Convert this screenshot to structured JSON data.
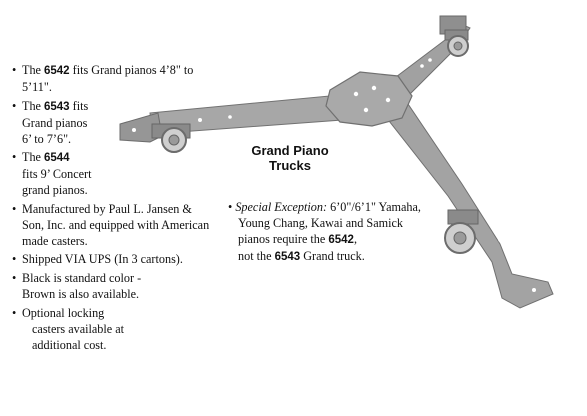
{
  "heading": {
    "line1": "Grand Piano",
    "line2": "Trucks"
  },
  "bullets": [
    {
      "p1": "The ",
      "num": "6542",
      "p2": " fits Grand pianos 4’8\" to 5’11\"."
    },
    {
      "line1_p1": "The ",
      "num": "6543",
      "line1_p2": " fits",
      "line2": "Grand pianos",
      "line3": "6’ to 7’6\"."
    },
    {
      "line1_p1": "The ",
      "num": "6544",
      "line2": "fits 9’ Concert",
      "line3": "grand pianos."
    },
    {
      "line1": "Manufactured by Paul L. Jansen &",
      "line2": "Son, Inc. and equipped with American",
      "line3": "made casters."
    },
    {
      "line1": "Shipped VIA UPS (In 3 cartons)."
    },
    {
      "line1": "Black is standard color -",
      "line2": "Brown is also available."
    },
    {
      "line1": "Optional locking",
      "line2": "casters available  at",
      "line3": "additional cost."
    }
  ],
  "exception": {
    "label": "Special Exception:",
    "line1_rest": " 6’0\"/6’1\" Yamaha,",
    "line2": "Young Chang, Kawai and Samick",
    "line3_p1": "pianos require the ",
    "line3_num": "6542",
    "line3_p2": ",",
    "line4_p1": "not the ",
    "line4_num": "6543",
    "line4_p2": " Grand truck."
  },
  "colors": {
    "truck_steel": "#9b9b9b",
    "truck_edge": "#6f6f6f",
    "text": "#111111"
  }
}
